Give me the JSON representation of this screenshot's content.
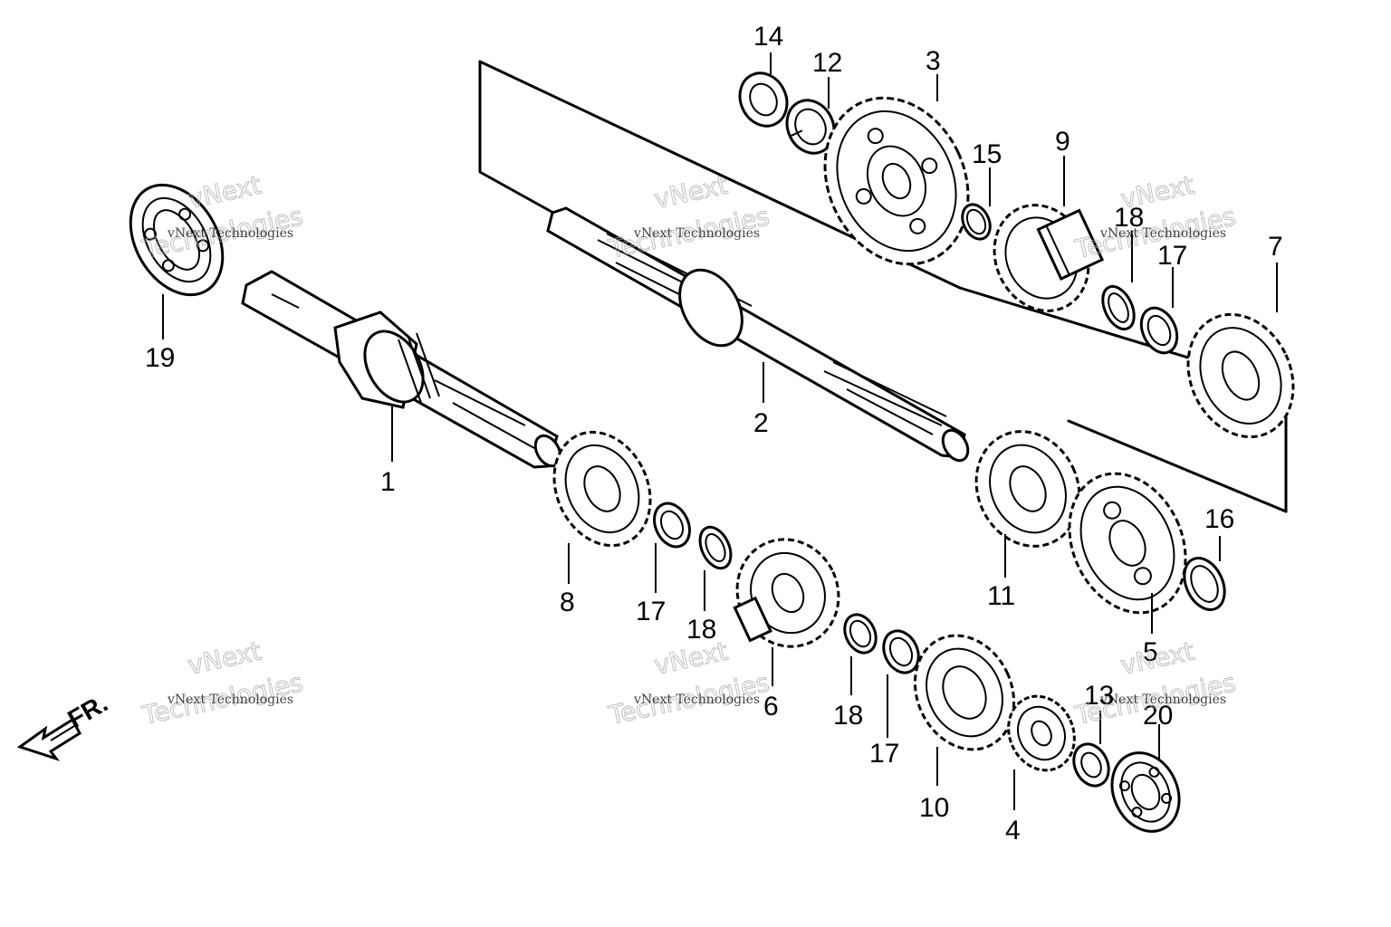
{
  "parts": [
    {
      "number": "1"
    },
    {
      "number": "2"
    },
    {
      "number": "3"
    },
    {
      "number": "4"
    },
    {
      "number": "5"
    },
    {
      "number": "6"
    },
    {
      "number": "7"
    },
    {
      "number": "8"
    },
    {
      "number": "9"
    },
    {
      "number": "10"
    },
    {
      "number": "11"
    },
    {
      "number": "12"
    },
    {
      "number": "13"
    },
    {
      "number": "14"
    },
    {
      "number": "15"
    },
    {
      "number": "16"
    },
    {
      "number": "17"
    },
    {
      "number": "18"
    },
    {
      "number": "19"
    },
    {
      "number": "20"
    }
  ],
  "repeated_labels": {
    "seventeen": "17",
    "eighteen": "18"
  },
  "watermark": {
    "line1": "vNext Technologies",
    "line2": "vNext",
    "line3": "Technologies"
  },
  "direction_marker": "FR."
}
